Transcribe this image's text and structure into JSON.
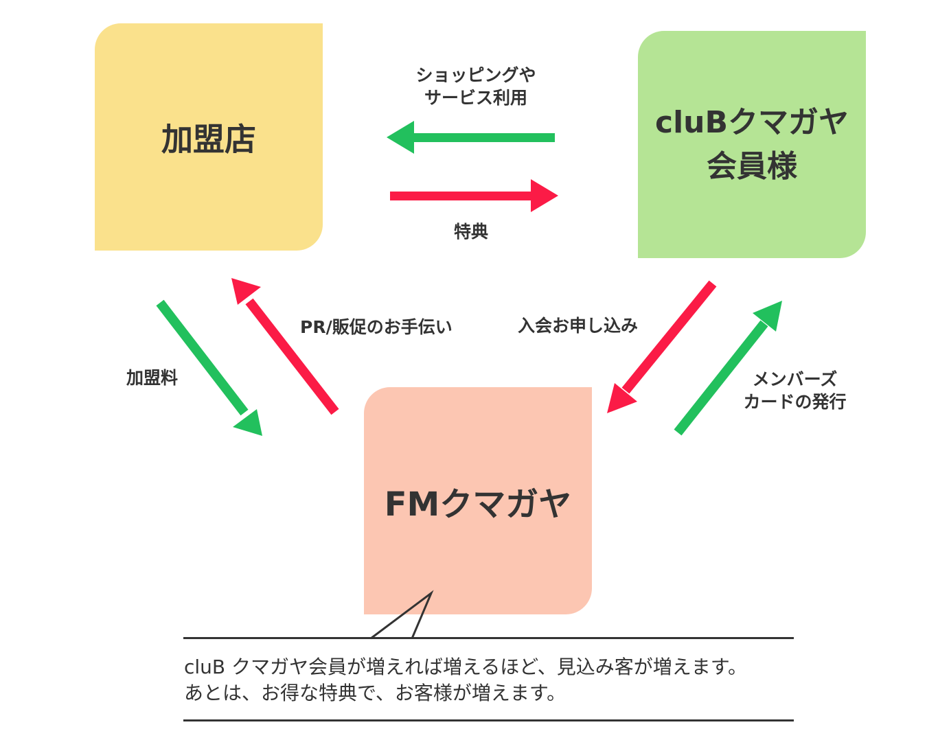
{
  "nodes": {
    "store": "加盟店",
    "member_line1": "cluBクマガヤ",
    "member_line2": "会員様",
    "fm": "FMクマガヤ"
  },
  "labels": {
    "shopping_line1": "ショッピングや",
    "shopping_line2": "サービス利用",
    "benefit": "特典",
    "pr": "PR/販促のお手伝い",
    "membership_application": "入会お申し込み",
    "fee": "加盟料",
    "card_line1": "メンバーズ",
    "card_line2": "カードの発行"
  },
  "note": {
    "line1": "cluB クマガヤ会員が増えれば増えるほど、見込み客が増えます。",
    "line2": "あとは、お得な特典で、お客様が増えます。"
  },
  "colors": {
    "store": "#fae18c",
    "member": "#b5e495",
    "fm": "#fcc6b2",
    "arrow_green": "#22c05d",
    "arrow_red": "#fb1b46",
    "text": "#333333"
  }
}
